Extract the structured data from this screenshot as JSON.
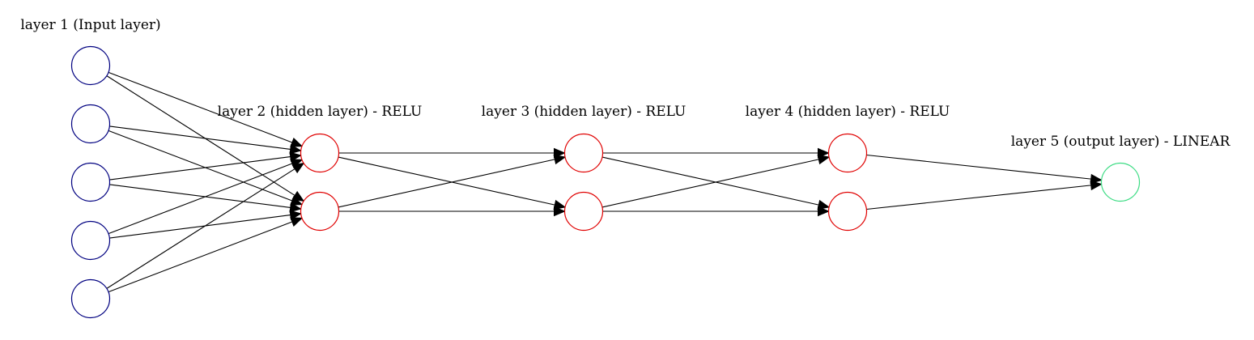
{
  "diagram": {
    "layers": [
      {
        "label": "layer 1 (Input layer)",
        "neurons": 5,
        "color": "#000080"
      },
      {
        "label": "layer 2 (hidden layer) - RELU",
        "neurons": 2,
        "color": "#e00000"
      },
      {
        "label": "layer 3 (hidden layer) - RELU",
        "neurons": 2,
        "color": "#e00000"
      },
      {
        "label": "layer 4 (hidden layer) - RELU",
        "neurons": 2,
        "color": "#e00000"
      },
      {
        "label": "layer 5 (output layer) - LINEAR",
        "neurons": 1,
        "color": "#3ddc84"
      }
    ],
    "edge_color": "#000000"
  }
}
